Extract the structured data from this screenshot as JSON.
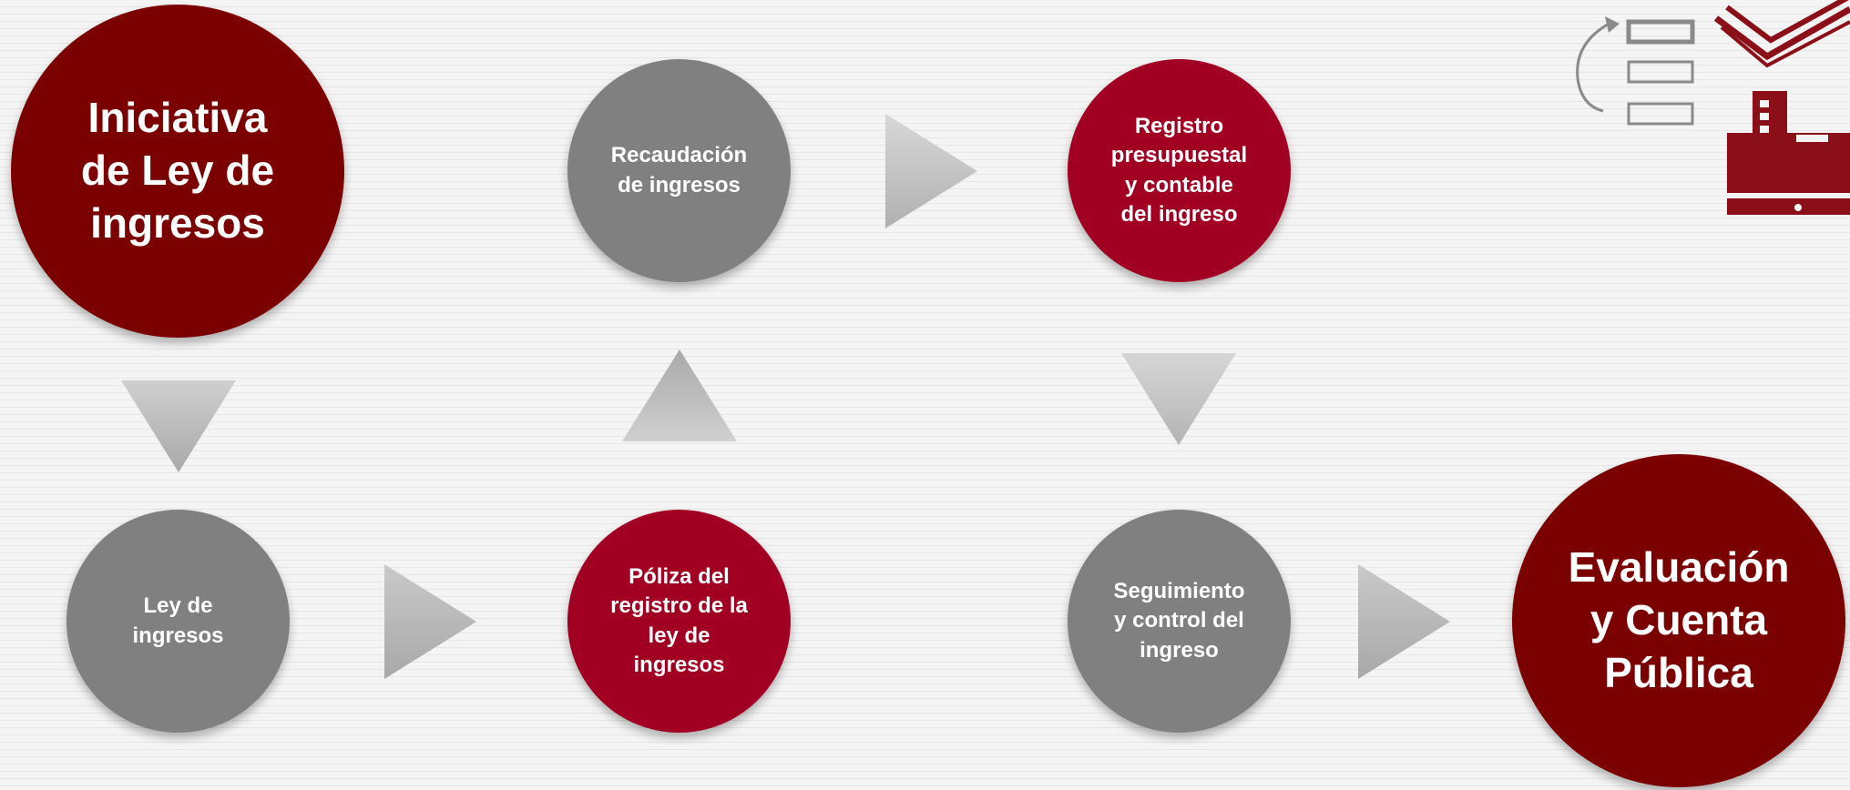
{
  "nodes": {
    "iniciativa": "Iniciativa\nde Ley de\ningresos",
    "recaudacion": "Recaudación\nde ingresos",
    "registro": "Registro\npresupuestal\ny contable\ndel ingreso",
    "ley": "Ley de\ningresos",
    "poliza": "Póliza del\nregistro de la\nley de\ningresos",
    "seguimiento": "Seguimiento\ny control del\ningreso",
    "evaluacion": "Evaluación\ny Cuenta\nPública"
  },
  "colors": {
    "dark_red": "#7b0000",
    "crimson": "#a20022",
    "gray": "#808080",
    "arrow": "#b8b8b8"
  },
  "icons": [
    "cycle-list-icon",
    "books-icon",
    "cash-register-icon"
  ]
}
